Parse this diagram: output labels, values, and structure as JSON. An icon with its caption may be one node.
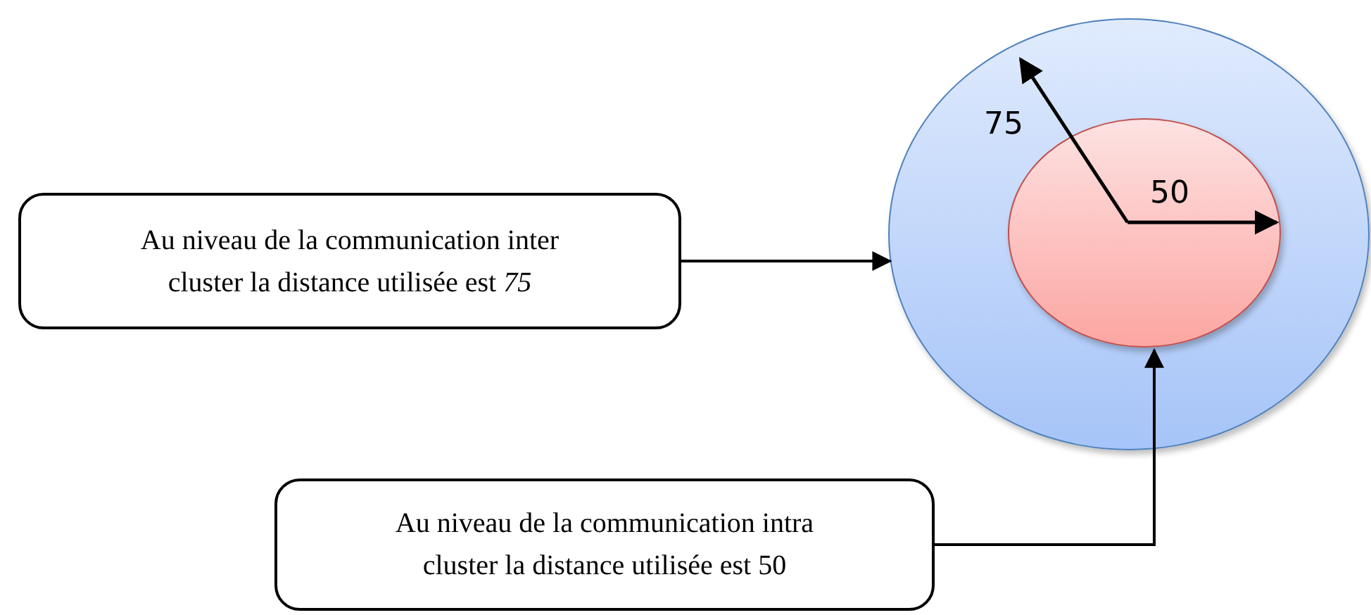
{
  "diagram": {
    "nodes": [
      {
        "text": [],
        "shape": "circle"
      },
      {
        "text": [],
        "shape": "circle",
        "in": 0
      },
      {
        "text": [
          "Au niveau de la communication inter cluster la distance utilisée est *75*"
        ]
      },
      {
        "text": [
          "Au niveau de la communication intra cluster la distance utilisée est 50"
        ]
      }
    ],
    "edges": [
      {
        "from": 2,
        "to": 0,
        "arrow": "to"
      },
      {
        "from": 3,
        "to": 1,
        "arrow": "to"
      }
    ],
    "labels": [
      "75",
      "50"
    ]
  }
}
